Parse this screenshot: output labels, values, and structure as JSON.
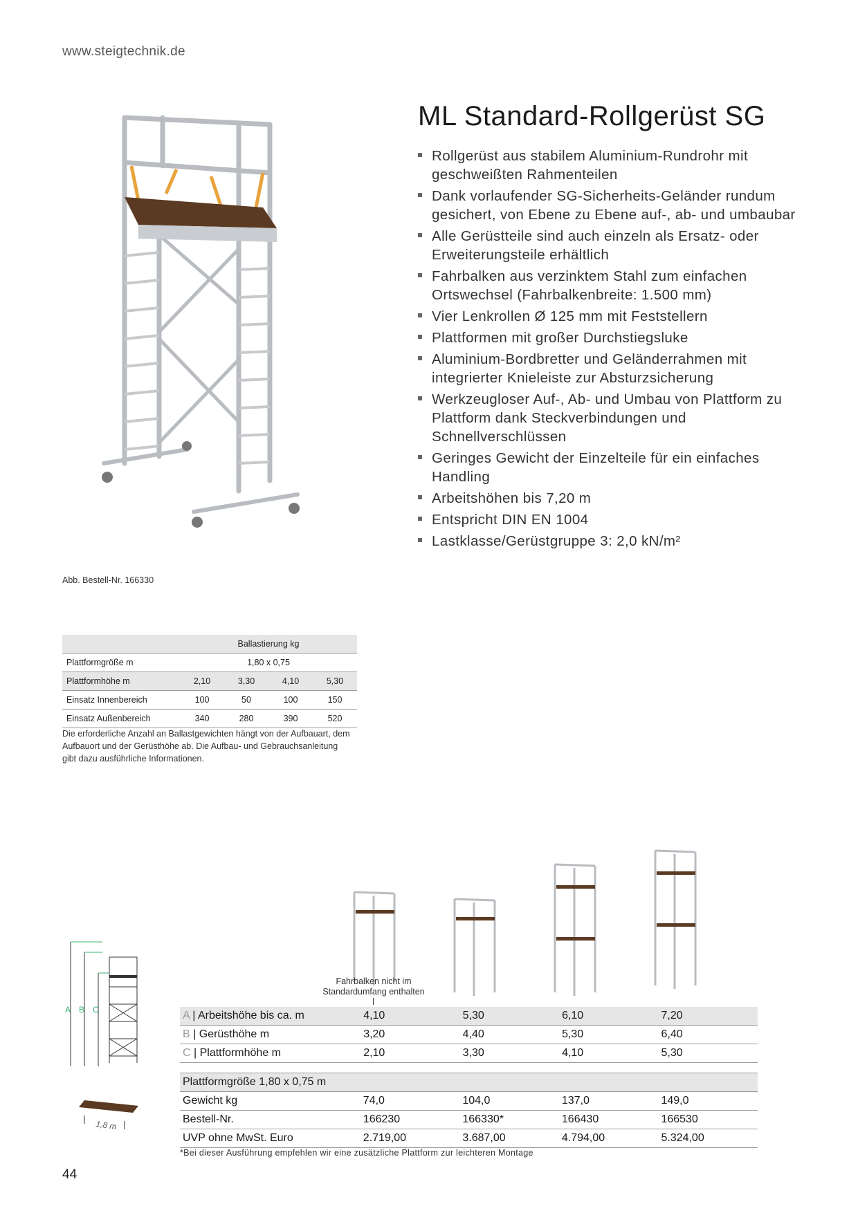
{
  "header": {
    "url": "www.steigtechnik.de"
  },
  "product": {
    "title": "ML Standard-Rollgerüst SG",
    "features": [
      "Rollgerüst aus stabilem Aluminium-Rundrohr mit geschweißten Rahmenteilen",
      "Dank vorlaufender SG-Sicherheits-Geländer rundum gesichert, von Ebene zu Ebene auf-, ab- und umbaubar",
      "Alle Gerüstteile sind auch einzeln als Ersatz- oder Erweiterungsteile erhältlich",
      "Fahrbalken aus verzinktem Stahl zum einfachen Ortswechsel (Fahrbalkenbreite: 1.500 mm)",
      "Vier Lenkrollen Ø 125 mm mit Feststellern",
      "Plattformen mit großer Durchstiegsluke",
      "Aluminium-Bordbretter und Geländerrahmen mit integrierter Knieleiste zur Absturzsicherung",
      "Werkzeugloser Auf-, Ab- und Umbau von Plattform zu Plattform dank Steckverbindungen und Schnellverschlüssen",
      "Geringes Gewicht der Einzelteile für ein einfaches Handling",
      "Arbeitshöhen bis 7,20 m",
      "Entspricht DIN EN 1004",
      "Lastklasse/Gerüstgruppe 3: 2,0 kN/m²"
    ],
    "image_caption": "Abb. Bestell-Nr. 166330"
  },
  "ballast": {
    "header": "Ballastierung kg",
    "platform_size_label": "Plattformgröße m",
    "platform_size_value": "1,80 x 0,75",
    "rows": [
      {
        "label": "Plattformhöhe m",
        "values": [
          "2,10",
          "3,30",
          "4,10",
          "5,30"
        ]
      },
      {
        "label": "Einsatz Innenbereich",
        "values": [
          "100",
          "50",
          "100",
          "150"
        ]
      },
      {
        "label": "Einsatz Außenbereich",
        "values": [
          "340",
          "280",
          "390",
          "520"
        ]
      }
    ],
    "note": "Die erforderliche Anzahl an Ballastgewichten hängt von der Aufbauart, dem Aufbauort und der Gerüsthöhe ab. Die Aufbau- und Gebrauchsanleitung gibt dazu ausführliche Informationen."
  },
  "rollbar_note": "Fahrbalken nicht im Standardumfang enthalten",
  "dimensions": {
    "letters": [
      "A",
      "B",
      "C"
    ],
    "platform_length": "1,8 m",
    "rows": [
      {
        "letter": "A",
        "label": "Arbeitshöhe bis ca. m",
        "values": [
          "4,10",
          "5,30",
          "6,10",
          "7,20"
        ]
      },
      {
        "letter": "B",
        "label": "Gerüsthöhe m",
        "values": [
          "3,20",
          "4,40",
          "5,30",
          "6,40"
        ]
      },
      {
        "letter": "C",
        "label": "Plattformhöhe m",
        "values": [
          "2,10",
          "3,30",
          "4,10",
          "5,30"
        ]
      }
    ]
  },
  "pricing": {
    "header": "Plattformgröße 1,80 x 0,75 m",
    "rows": [
      {
        "label": "Gewicht kg",
        "values": [
          "74,0",
          "104,0",
          "137,0",
          "149,0"
        ]
      },
      {
        "label": "Bestell-Nr.",
        "values": [
          "166230",
          "166330*",
          "166430",
          "166530"
        ]
      },
      {
        "label": "UVP ohne MwSt. Euro",
        "values": [
          "2.719,00",
          "3.687,00",
          "4.794,00",
          "5.324,00"
        ]
      }
    ],
    "footnote": "*Bei dieser Ausführung empfehlen wir eine zusätzliche Plattform zur leichteren Montage"
  },
  "page_number": "44",
  "colors": {
    "accent_green": "#3cb371",
    "rail_orange": "#e8a33d",
    "deck_brown": "#5a3a22"
  }
}
